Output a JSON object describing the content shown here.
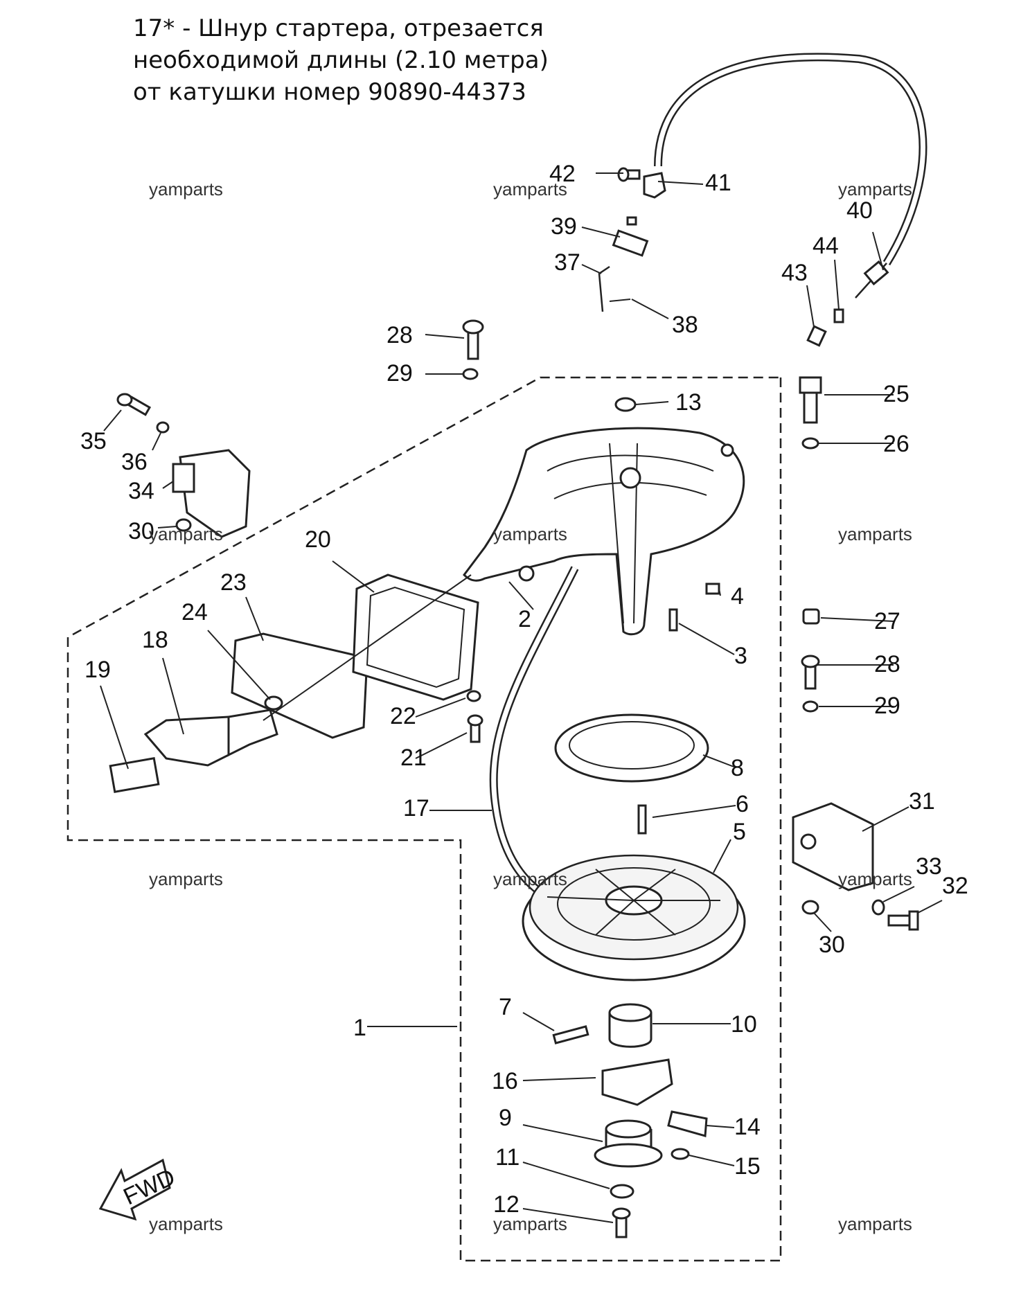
{
  "note": {
    "line1": "17* - Шнур стартера, отрезается",
    "line2": "необходимой длины (2.10 метра)",
    "line3": "от катушки номер 90890-44373"
  },
  "watermark": "yamparts",
  "fwd_label": "FWD",
  "labels": {
    "p1": "1",
    "p2": "2",
    "p3": "3",
    "p4": "4",
    "p5": "5",
    "p6": "6",
    "p7": "7",
    "p8": "8",
    "p9": "9",
    "p10": "10",
    "p11": "11",
    "p12": "12",
    "p13": "13",
    "p14": "14",
    "p15": "15",
    "p16": "16",
    "p17": "17",
    "p18": "18",
    "p19": "19",
    "p20": "20",
    "p21": "21",
    "p22": "22",
    "p23": "23",
    "p24": "24",
    "p25": "25",
    "p26": "26",
    "p27": "27",
    "p28": "28",
    "p29": "29",
    "p30": "30",
    "p31": "31",
    "p32": "32",
    "p33": "33",
    "p34": "34",
    "p35": "35",
    "p36": "36",
    "p37": "37",
    "p38": "38",
    "p39": "39",
    "p40": "40",
    "p41": "41",
    "p42": "42",
    "p43": "43",
    "p44": "44"
  }
}
